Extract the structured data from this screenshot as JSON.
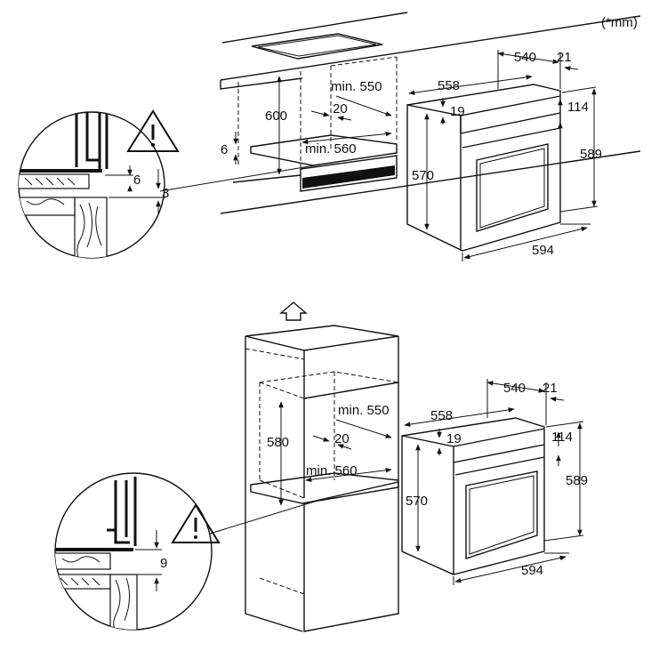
{
  "unit_note": "(*mm)",
  "top": {
    "niche_height": "600",
    "niche_depth": "min. 550",
    "niche_gap": "20",
    "niche_width": "min. 560",
    "floor_gap": "6",
    "detail_a": "6",
    "detail_b": "3",
    "oven_depth_total": "540",
    "oven_front": "21",
    "oven_body_depth": "558",
    "oven_top_offset": "19",
    "oven_panel": "114",
    "oven_height_front": "589",
    "oven_height_body": "570",
    "oven_width": "594"
  },
  "bottom": {
    "niche_height": "580",
    "niche_depth": "min. 550",
    "niche_gap": "20",
    "niche_width": "min. 560",
    "detail_a": "9",
    "oven_depth_total": "540",
    "oven_front": "21",
    "oven_body_depth": "558",
    "oven_top_offset": "19",
    "oven_panel": "114",
    "oven_height_front": "589",
    "oven_height_body": "570",
    "oven_width": "594"
  }
}
